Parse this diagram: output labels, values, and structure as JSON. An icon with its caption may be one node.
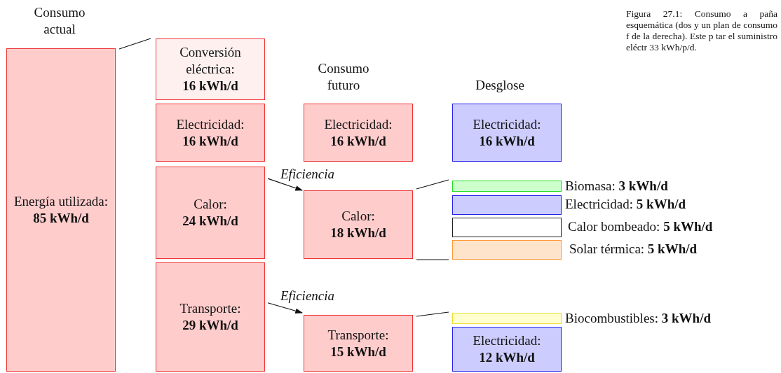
{
  "diagram": {
    "caption": "Figura 27.1: Consumo a paña esquemática (dos y un plan de consumo f de la derecha). Este p tar el suministro eléctr 33 kWh/p/d.",
    "nodes": [
      {
        "text": [
          "Energía utilizada:",
          "85 kWh/d"
        ]
      },
      {
        "text": [
          "Conversión eléctrica:",
          "16 kWh/d"
        ]
      },
      {
        "text": [
          "Electricidad:",
          "16 kWh/d"
        ]
      },
      {
        "text": [
          "Calor:",
          "24 kWh/d"
        ]
      },
      {
        "text": [
          "Transporte:",
          "29 kWh/d"
        ]
      },
      {
        "text": [
          "Electricidad:",
          "16 kWh/d"
        ]
      },
      {
        "text": [
          "Calor:",
          "18 kWh/d"
        ]
      },
      {
        "text": [
          "Transporte:",
          "15 kWh/d"
        ]
      },
      {
        "text": [
          "Electricidad:",
          "16 kWh/d"
        ]
      },
      {
        "text": [],
        "shape": "bar",
        "beside": [
          "Biomasa: **3 kWh/d**"
        ]
      },
      {
        "text": [],
        "shape": "bar",
        "beside": [
          "Electricidad: **5 kWh/d**"
        ]
      },
      {
        "text": [],
        "shape": "bar",
        "beside": [
          "Calor bombeado: **5 kWh/d**"
        ]
      },
      {
        "text": [],
        "shape": "bar",
        "beside": [
          "Solar térmica: **5 kWh/d**"
        ]
      },
      {
        "text": [],
        "shape": "bar",
        "beside": [
          "Biocombustibles: **3 kWh/d**"
        ]
      },
      {
        "text": [
          "Electricidad:",
          "12 kWh/d"
        ]
      }
    ],
    "edges": [
      {
        "from": 0,
        "to": 1,
        "arrow": "none"
      },
      {
        "from": 3,
        "to": 6,
        "arrow": "to",
        "label": "Eficiencia"
      },
      {
        "from": 6,
        "to": 9,
        "arrow": "none"
      },
      {
        "from": 6,
        "to": 12,
        "arrow": "none"
      },
      {
        "from": 4,
        "to": 7,
        "arrow": "to",
        "label": "Eficiencia"
      },
      {
        "from": 7,
        "to": 13,
        "arrow": "none"
      }
    ],
    "labels": [
      "Consumo actual",
      "Consumo futuro",
      "Desglose"
    ]
  }
}
